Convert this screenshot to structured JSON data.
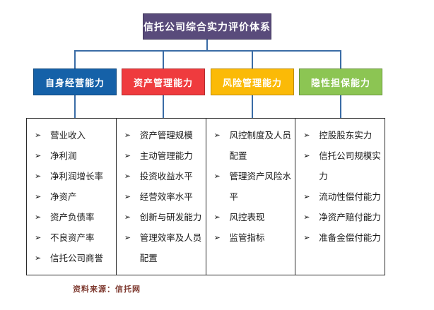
{
  "root": {
    "title": "信托公司综合实力评价体系",
    "color": "#594b7b"
  },
  "bullet_icon": "➢",
  "connector_color": "#3a6ca6",
  "branches": [
    {
      "label": "自身经营能力",
      "color": "#1561a8",
      "items": [
        "营业收入",
        "净利润",
        "净利润增长率",
        "净资产",
        "资产负债率",
        "不良资产率",
        "信托公司商誉"
      ]
    },
    {
      "label": "资产管理能力",
      "color": "#ef3b3e",
      "items": [
        "资产管理规模",
        "主动管理能力",
        "投资收益水平",
        "经营效率水平",
        "创新与研发能力",
        "管理效率及人员配置"
      ]
    },
    {
      "label": "风险管理能力",
      "color": "#fbba07",
      "items": [
        "风控制度及人员配置",
        "管理资产风险水平",
        "风控表现",
        "监管指标"
      ]
    },
    {
      "label": "隐性担保能力",
      "color": "#8cc553",
      "items": [
        "控股股东实力",
        "信托公司规模实力",
        "流动性偿付能力",
        "净资产赔付能力",
        "准备金偿付能力"
      ]
    }
  ],
  "footer": {
    "source_label": "资料来源：信托网"
  }
}
